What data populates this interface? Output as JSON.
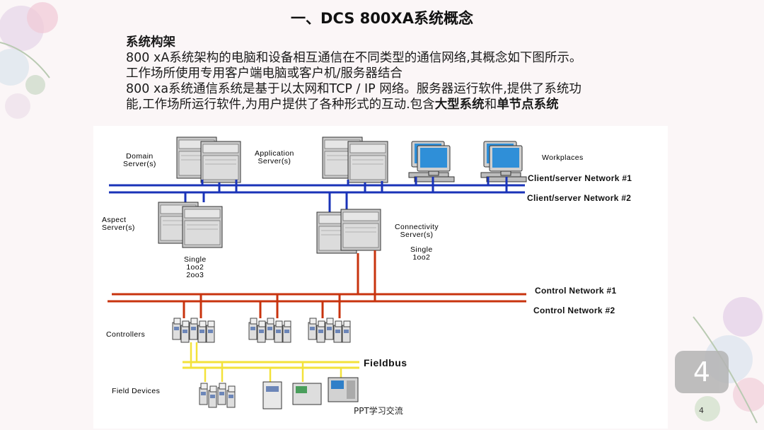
{
  "slide": {
    "title": "一、DCS 800XA系统概念",
    "heading": "系统构架",
    "line1": "800 xA系统架构的电脑和设备相互通信在不同类型的通信网络,其概念如下图所示。",
    "line2": "工作场所使用专用客户端电脑或客户机/服务器结合",
    "line3": "800 xa系统通信系统是基于以太网和TCP / IP 网络。服务器运行软件,提供了系统功",
    "line4_a": "能,工作场所运行软件,为用户提供了各种形式的互动.包含",
    "line4_b": "大型系统",
    "line4_c": "和",
    "line4_d": "单节点系统",
    "footer": "PPT学习交流",
    "page_badge": "4",
    "page_small": "4"
  },
  "diagram": {
    "domain_servers": "Domain\nServer(s)",
    "application_servers": "Application\nServer(s)",
    "workplaces": "Workplaces",
    "cs_network_1": "Client/server Network #1",
    "cs_network_2": "Client/server Network #2",
    "aspect_servers": "Aspect\nServer(s)",
    "aspect_redundancy": "Single\n1oo2\n2oo3",
    "connectivity_servers": "Connectivity\nServer(s)",
    "connectivity_redundancy": "Single\n1oo2",
    "control_network_1": "Control Network #1",
    "control_network_2": "Control Network #2",
    "controllers": "Controllers",
    "fieldbus": "Fieldbus",
    "field_devices": "Field Devices"
  },
  "colors": {
    "client_network": "#1a33b8",
    "control_network": "#c8330e",
    "fieldbus": "#f3e23a"
  }
}
